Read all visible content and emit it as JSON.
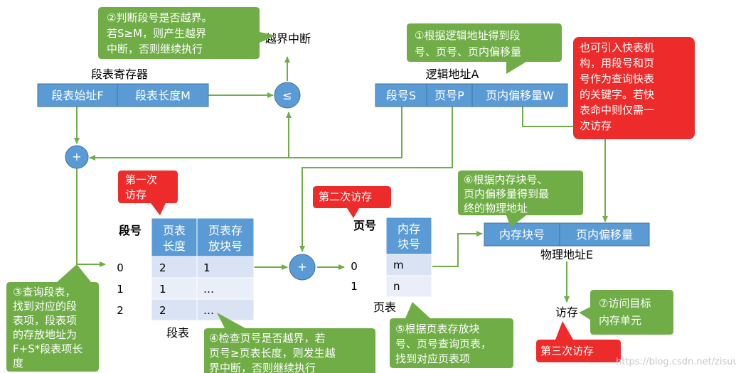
{
  "colors": {
    "blue_box": "#5b9bd5",
    "blue_border": "#41719c",
    "green_note": "#70ad47",
    "red_note": "#ee2b2b",
    "light_cell": "#dae3f3",
    "lighter_cell": "#e9eef8"
  },
  "segment_register": {
    "title": "段表寄存器",
    "start": "段表始址F",
    "length": "段表长度M"
  },
  "logical_address": {
    "title": "逻辑地址A",
    "seg": "段号S",
    "page": "页号P",
    "offset": "页内偏移量W"
  },
  "physical_address": {
    "title": "物理地址E",
    "block": "内存块号",
    "offset": "页内偏移量"
  },
  "operators": {
    "compare": "≤",
    "add": "+"
  },
  "overflow_label": "越界中断",
  "segment_table": {
    "caption": "段表",
    "row_header": "段号",
    "col1": [
      "页表",
      "长度"
    ],
    "col2": [
      "页表存",
      "放块号"
    ],
    "indices": [
      "0",
      "1",
      "2"
    ],
    "rows": [
      [
        "2",
        "1"
      ],
      [
        "1",
        "…"
      ],
      [
        "2",
        "…"
      ]
    ]
  },
  "page_table": {
    "caption": "页表",
    "row_header": "页号",
    "col": [
      "内存",
      "块号"
    ],
    "indices": [
      "0",
      "1"
    ],
    "rows": [
      "m",
      "n"
    ]
  },
  "access_label": "访存",
  "notes": {
    "n1": [
      "①根据逻辑地址得到段",
      "号、页号、页内偏移量"
    ],
    "n2": [
      "②判断段号是否越界。",
      "若S≥M，则产生越界",
      "中断，否则继续执行"
    ],
    "n3": [
      "③查询段表，",
      "找到对应的段",
      "表项，段表项",
      "的存放地址为",
      "F+S*段表项长",
      "度"
    ],
    "n4": [
      "④检查页号是否越界，若",
      "页号≥页表长度，则发生越",
      "界中断，否则继续执行"
    ],
    "n5": [
      "⑤根据页表存放块",
      "号、页号查询页表，",
      "找到对应页表项"
    ],
    "n6": [
      "⑥根据内存块号、",
      "页内偏移量得到最",
      "终的物理地址"
    ],
    "n7": [
      "⑦访问目标",
      "内存单元"
    ],
    "tlb": [
      "也可引入快表机",
      "构，用段号和页",
      "号作为查询快表",
      "的关键字。若快",
      "表命中则仅需一",
      "次访存"
    ],
    "first": [
      "第一次",
      "访存"
    ],
    "second": [
      "第二次访存"
    ],
    "third": [
      "第三次访存"
    ]
  },
  "watermark": "https://blog.csdn.net/zisuu"
}
